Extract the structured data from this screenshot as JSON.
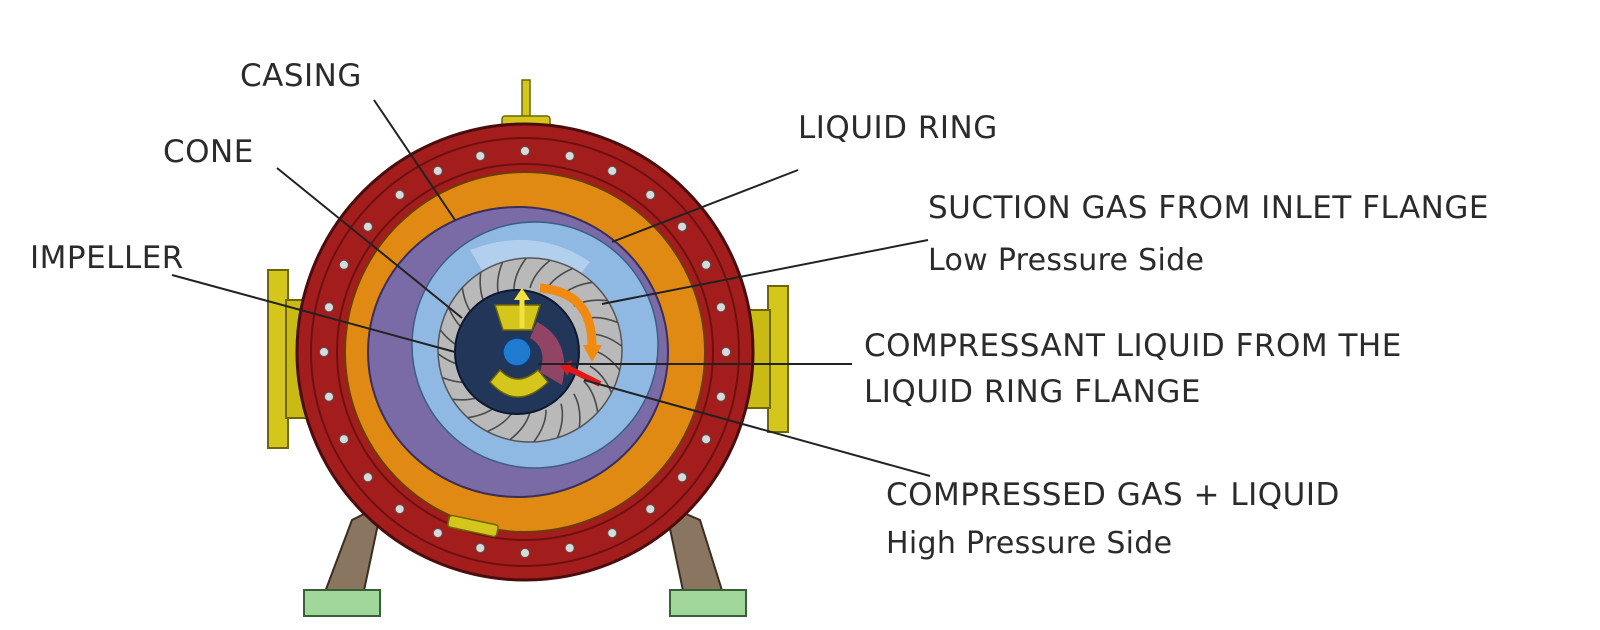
{
  "labels": {
    "casing": "CASING",
    "cone": "CONE",
    "impeller": "IMPELLER",
    "liquid_ring": "LIQUID RING",
    "suction_gas": "SUCTION GAS FROM INLET FLANGE",
    "suction_gas_sub": "Low Pressure Side",
    "compressant_line1": "COMPRESSANT LIQUID FROM THE",
    "compressant_line2": "LIQUID RING FLANGE",
    "compressed_gas": "COMPRESSED GAS + LIQUID",
    "compressed_gas_sub": "High Pressure Side"
  },
  "colors": {
    "casing": "#a31d1d",
    "casing_dark": "#6e1010",
    "orange_ring": "#e08a14",
    "purple_ring": "#7a6aa6",
    "light_blue": "#8fb8e3",
    "pale_blue": "#b8d4ef",
    "grey_vanes": "#b9b9b9",
    "cone_navy": "#22365a",
    "yellow": "#d4c61a",
    "blue_center": "#1f7ad0",
    "base": "#8a7660",
    "foot": "#9fd89a",
    "arrow_orange": "#f08a10",
    "arrow_red": "#e01818"
  }
}
